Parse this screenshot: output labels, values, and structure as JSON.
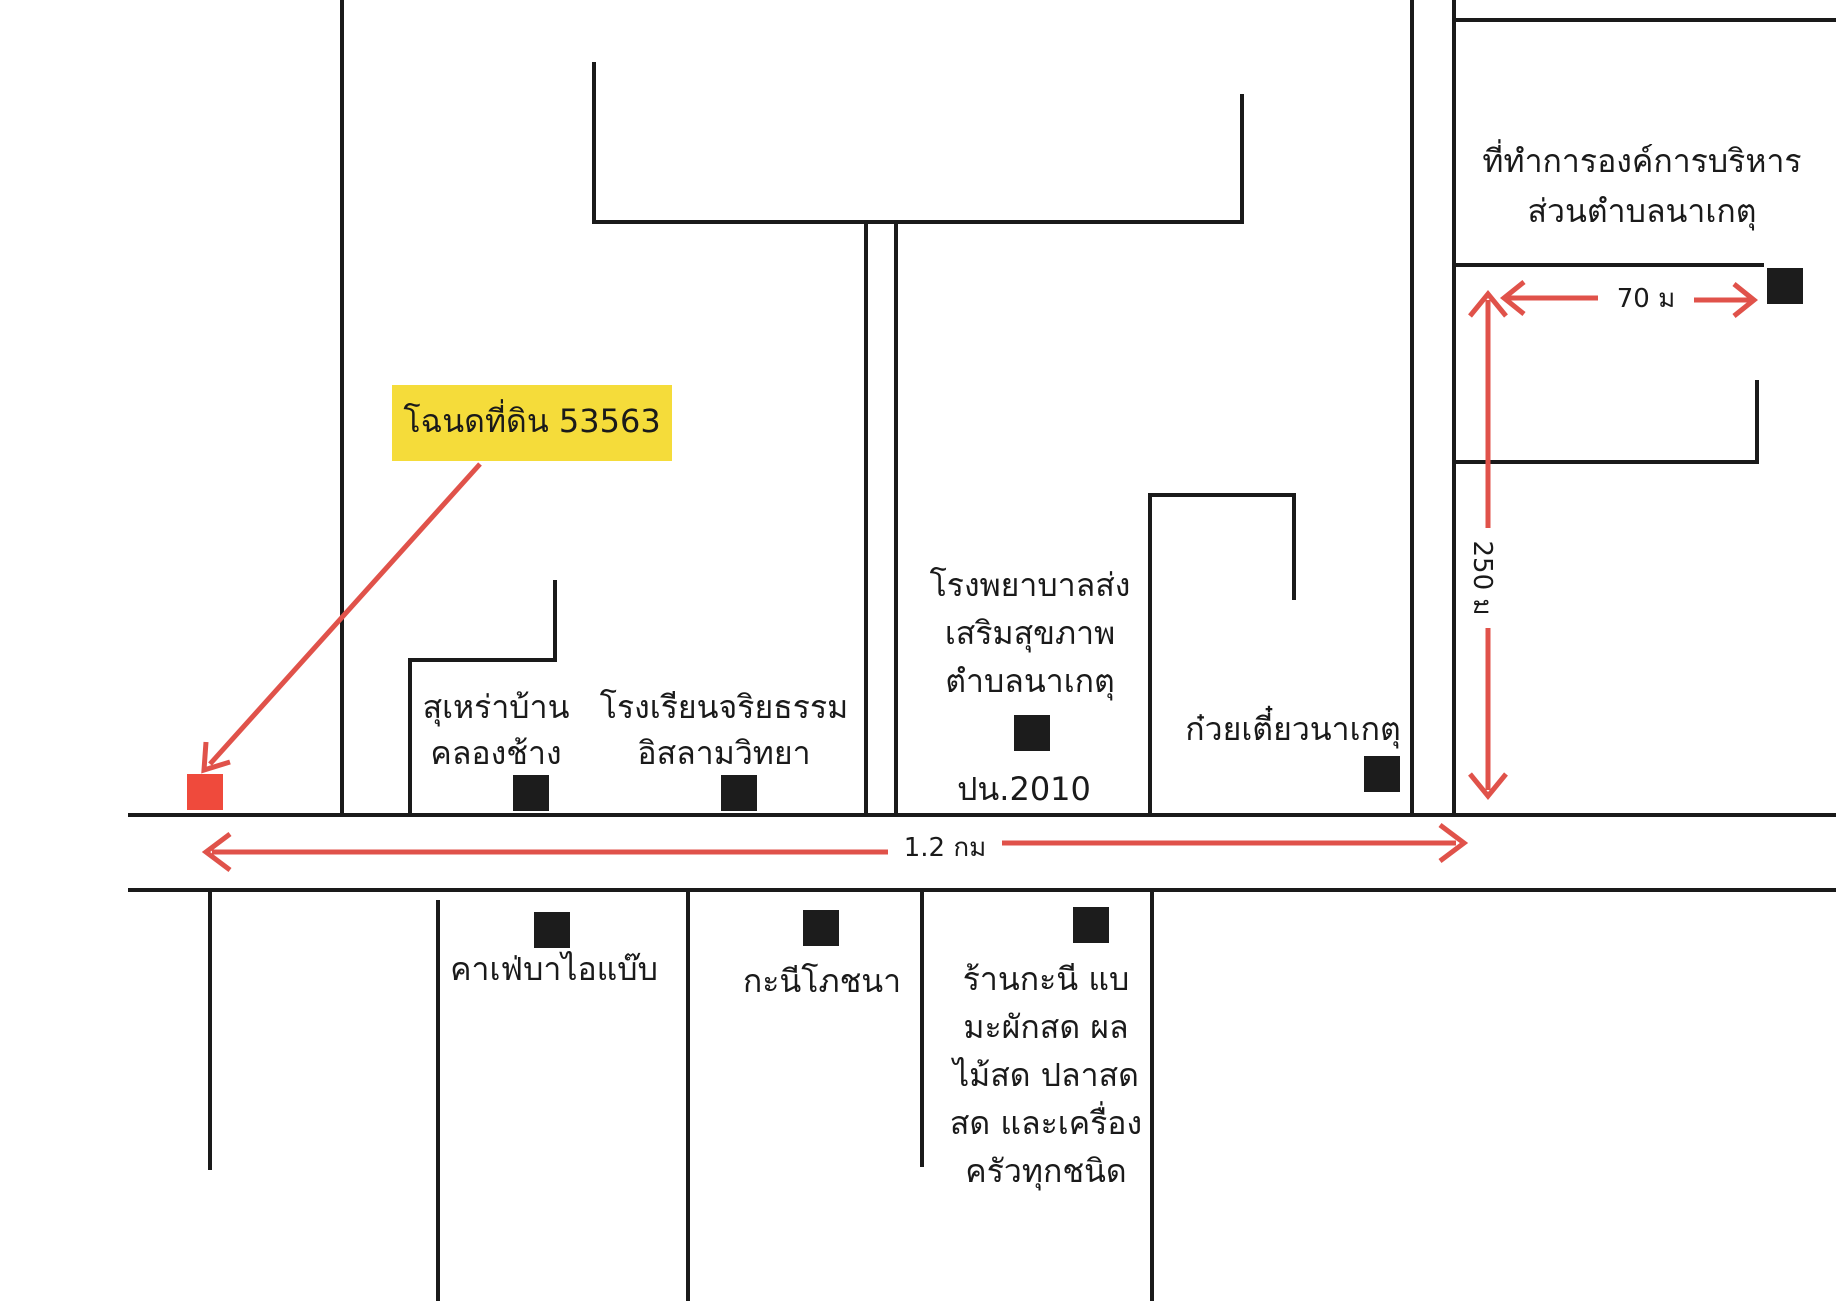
{
  "title_label": "โฉนดที่ดิน 53563",
  "colors": {
    "highlight": "#f5dc3a",
    "arrow": "#e0524a",
    "target": "#ef4a3c",
    "road": "#1a1a1a"
  },
  "places": {
    "sao_office_line1": "ที่ทำการองค์การบริหาร",
    "sao_office_line2": "ส่วนตำบลนาเกตุ",
    "liquor_line1": "สุเหร่าบ้าน",
    "liquor_line2": "คลองช้าง",
    "school_line1": "โรงเรียนจริยธรรม",
    "school_line2": "อิสลามวิทยา",
    "hospital_line1": "โรงพยาบาลส่ง",
    "hospital_line2": "เสริมสุขภาพ",
    "hospital_line3": "ตำบลนาเกตุ",
    "hospital_code": "ปน.2010",
    "noodle": "ก๋วยเตี๋ยวนาเกตุ",
    "cafe": "คาเฟ่บาไอแบ๊บ",
    "kanee_food": "กะนีโภชนา",
    "shop_line1": "ร้านกะนี แบ",
    "shop_line2": "มะผักสด ผล",
    "shop_line3": "ไม้สด ปลาสด",
    "shop_line4": "สด และเครื่อง",
    "shop_line5": "ครัวทุกชนิด"
  },
  "distances": {
    "road_length": "1.2 กม",
    "side_road": "250 ม",
    "office_offset": "70 ม"
  }
}
